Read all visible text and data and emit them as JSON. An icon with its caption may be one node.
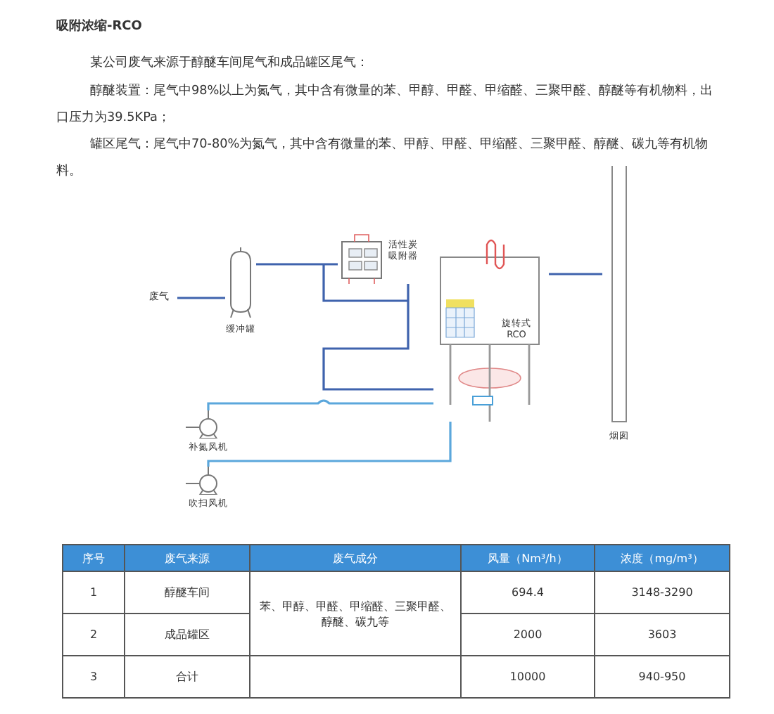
{
  "diagram": {
    "title": "吸附浓缩-RCO",
    "nodes": [
      {
        "text": [
          "废气"
        ]
      },
      {
        "text": [
          "缓冲罐"
        ]
      },
      {
        "text": [
          "活性炭吸附器"
        ]
      },
      {
        "text": [
          "旋转式RCO"
        ]
      },
      {
        "text": [
          "烟囱"
        ]
      },
      {
        "text": [
          "补氮风机"
        ]
      },
      {
        "text": [
          "吹扫风机"
        ]
      }
    ],
    "edges": [
      {
        "from": 0,
        "to": 1,
        "arrow": "none"
      },
      {
        "from": 1,
        "to": 2,
        "arrow": "none"
      },
      {
        "from": 2,
        "to": 3,
        "arrow": "none"
      },
      {
        "from": 3,
        "to": 4,
        "arrow": "none"
      },
      {
        "from": 5,
        "to": 3,
        "arrow": "none",
        "color": "#5ba7dc"
      },
      {
        "from": 6,
        "to": 3,
        "arrow": "none",
        "color": "#5ba7dc"
      }
    ],
    "labels": [
      "某公司废气来源于醇醚车间尾气和成品罐区尾气：",
      "醇醚装置：尾气中98%以上为氮气，其中含有微量的苯、甲醇、甲醛、甲缩醛、三聚甲醛、醇醚等有机物料，出口压力为39.5KPa；",
      "罐区尾气：尾气中70-80%为氮气，其中含有微量的苯、甲醇、甲醛、甲缩醛、三聚甲醛、醇醚、碳九等有机物料。",
      "序号",
      "废气来源",
      "废气成分",
      "风量（Nm³/h）",
      "浓度（mg/m³）",
      "1",
      "醇醚车间",
      "苯、甲醇、甲醛、甲缩醛、三聚甲醛、醇醚、碳九等",
      "694.4",
      "3148-3290",
      "2",
      "成品罐区",
      "2000",
      "3603",
      "3",
      "合计",
      "10000",
      "940-950"
    ]
  }
}
